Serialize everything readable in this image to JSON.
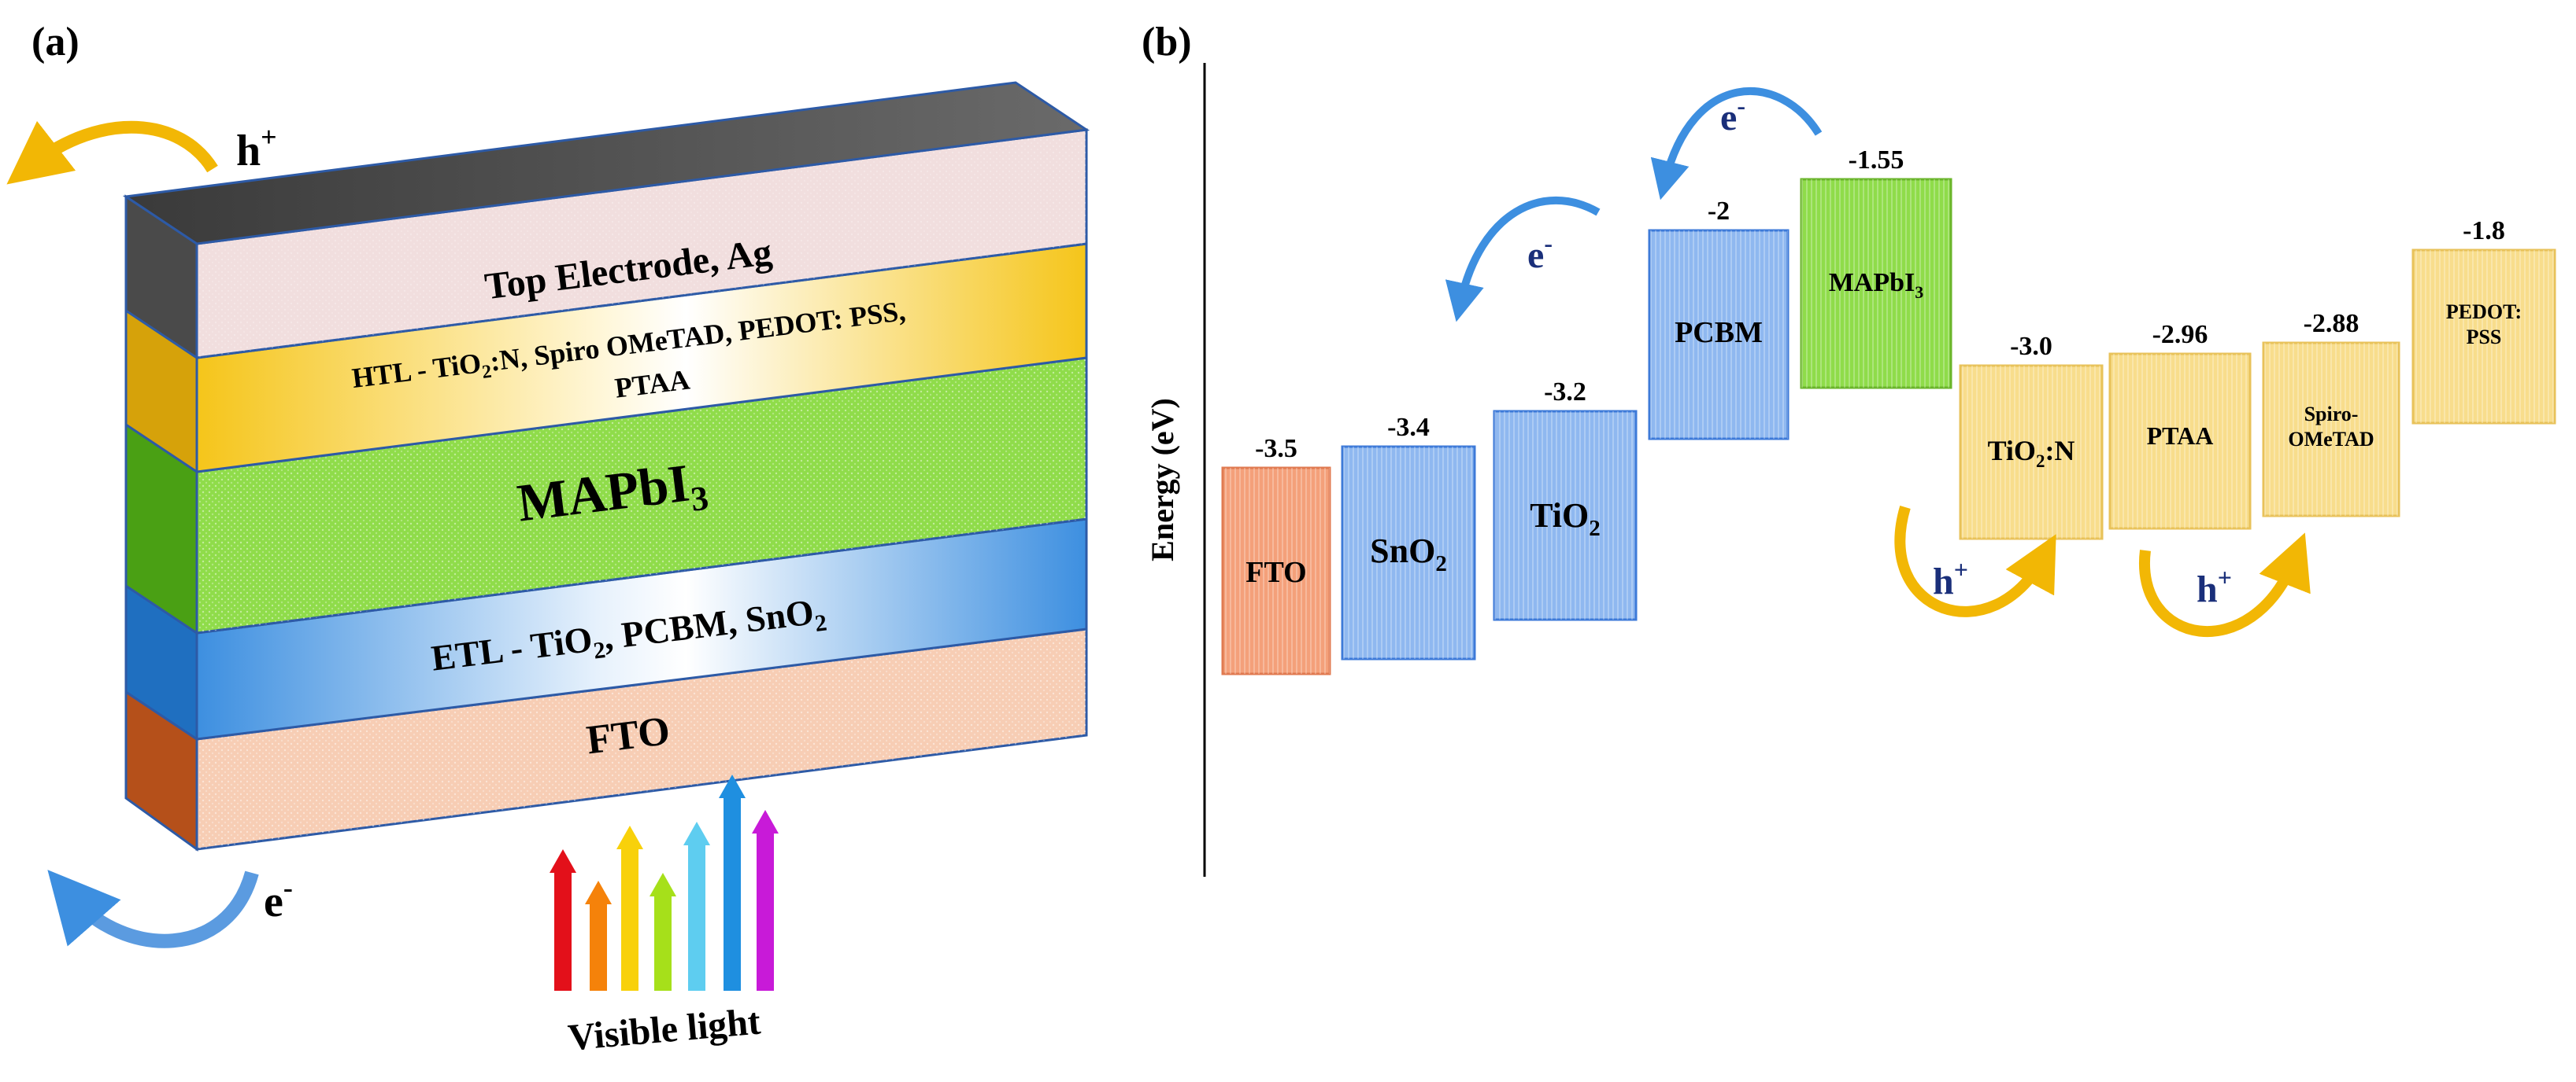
{
  "panel_a": {
    "label": "(a)",
    "layers": {
      "top": "Top Electrode, Ag",
      "htl_line1": "HTL - TiO",
      "htl_sub": "2",
      "htl_line1_rest": ":N, Spiro OMeTAD, PEDOT: PSS,",
      "htl_line2": "PTAA",
      "absorber": "MAPbI",
      "absorber_sub": "3",
      "etl_main": "ETL - TiO",
      "etl_sub1": "2",
      "etl_mid": ", PCBM, SnO",
      "etl_sub2": "2",
      "fto": "FTO"
    },
    "hole_label": "h",
    "hole_sup": "+",
    "electron_label": "e",
    "electron_sup": "-",
    "light_label": "Visible light",
    "colors": {
      "ag": "#4a4a4a",
      "top": "#f1dede",
      "htl": "#f5c51a",
      "absorber": "#8fdc4a",
      "etl": "#3d8fe0",
      "fto": "#f7cdb4",
      "fto_side": "#b5501a"
    }
  },
  "panel_b": {
    "label": "(b)",
    "axis_label": "Energy  (eV)",
    "boxes": [
      {
        "name": "FTO",
        "sub": "",
        "rest": "",
        "value": "-3.5",
        "color": "#f4a07a"
      },
      {
        "name": "SnO",
        "sub": "2",
        "rest": "",
        "value": "-3.4",
        "color": "#8fb8f0"
      },
      {
        "name": "TiO",
        "sub": "2",
        "rest": "",
        "value": "-3.2",
        "color": "#8fb8f0"
      },
      {
        "name": "PCBM",
        "sub": "",
        "rest": "",
        "value": "-2",
        "color": "#8fb8f0"
      },
      {
        "name": "MAPbI",
        "sub": "3",
        "rest": "",
        "value": "-1.55",
        "color": "#8fdc4a"
      },
      {
        "name": "TiO",
        "sub": "2",
        "rest": ":N",
        "value": "-3.0",
        "color": "#f8dd8c"
      },
      {
        "name": "PTAA",
        "sub": "",
        "rest": "",
        "value": "-2.96",
        "color": "#f8dd8c"
      },
      {
        "name": "Spiro-",
        "sub": "",
        "rest": "OMeTAD",
        "value": "-2.88",
        "color": "#f8dd8c"
      },
      {
        "name": "PEDOT:",
        "sub": "",
        "rest": "PSS",
        "value": "-1.8",
        "color": "#f8dd8c"
      }
    ],
    "electron_label": "e",
    "electron_sup": "-",
    "hole_label": "h",
    "hole_sup": "+",
    "arrow_colors": {
      "electron": "#3d8fe0",
      "hole": "#f2b705"
    }
  }
}
